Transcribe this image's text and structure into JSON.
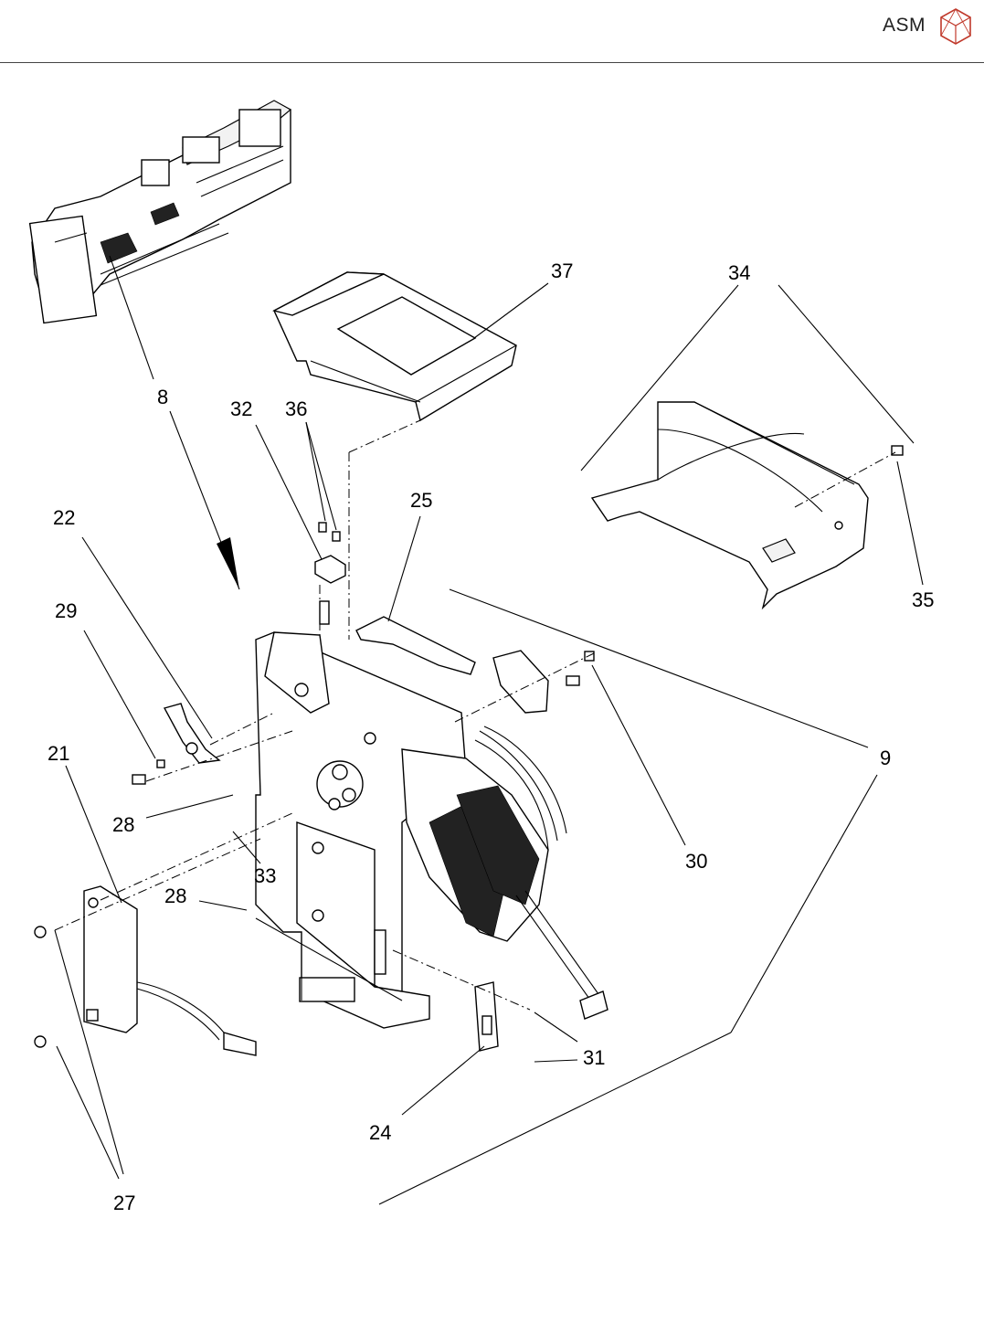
{
  "header": {
    "brand": "ASM",
    "logo_icon": "asm-cube-logo-icon"
  },
  "callouts": {
    "c8": "8",
    "c9": "9",
    "c21": "21",
    "c22": "22",
    "c24": "24",
    "c25": "25",
    "c27": "27",
    "c28a": "28",
    "c28b": "28",
    "c29": "29",
    "c30": "30",
    "c31": "31",
    "c32": "32",
    "c33": "33",
    "c34": "34",
    "c35": "35",
    "c36": "36",
    "c37": "37"
  }
}
